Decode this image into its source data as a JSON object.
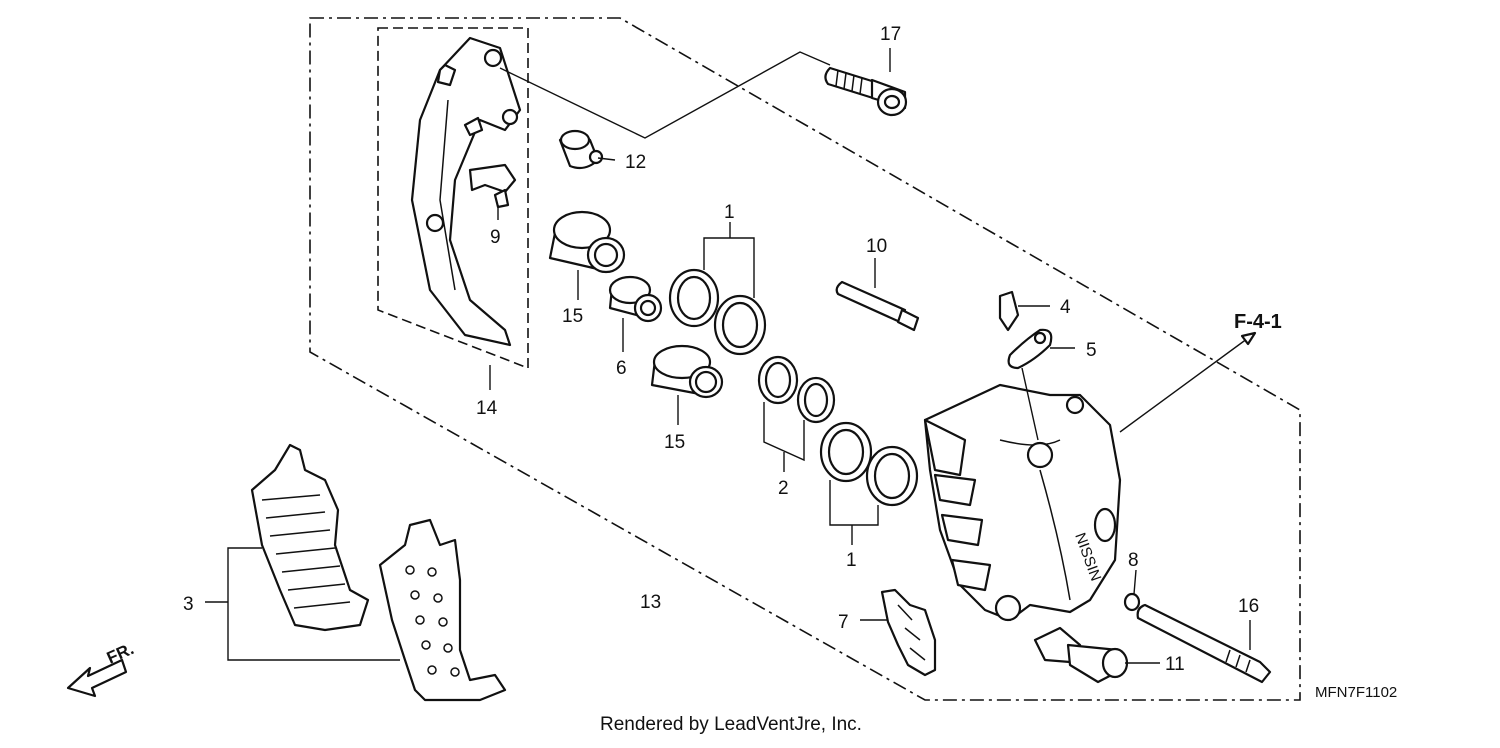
{
  "diagram_code": "MFN7F1102",
  "credit": "Rendered by LeadVentJre, Inc.",
  "direction_label": "FR.",
  "reference_label": "F-4-1",
  "callouts": {
    "c1a": "1",
    "c1b": "1",
    "c2": "2",
    "c3": "3",
    "c4": "4",
    "c5": "5",
    "c6": "6",
    "c7": "7",
    "c8": "8",
    "c9": "9",
    "c10": "10",
    "c11": "11",
    "c12": "12",
    "c13": "13",
    "c14": "14",
    "c15a": "15",
    "c15b": "15",
    "c16": "16",
    "c17": "17"
  }
}
